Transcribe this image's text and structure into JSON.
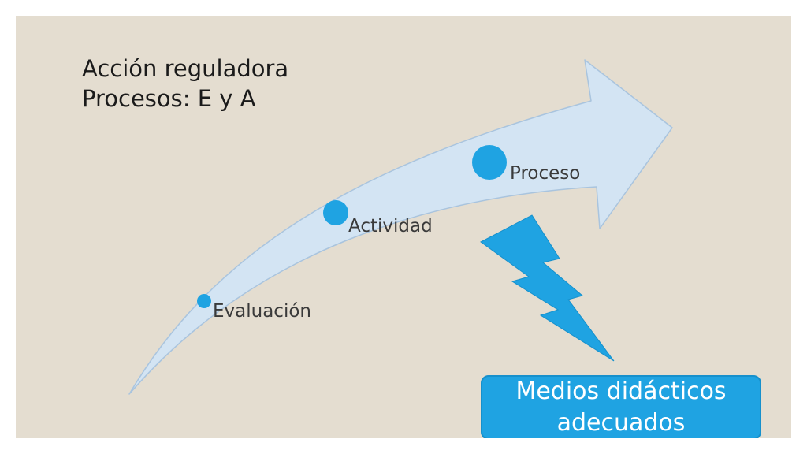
{
  "title": {
    "line1": "Acción reguladora",
    "line2": "Procesos: E y A"
  },
  "steps": [
    {
      "label": "Evaluación"
    },
    {
      "label": "Actividad"
    },
    {
      "label": "Proceso"
    }
  ],
  "callout": {
    "text": "Medios didácticos adecuados"
  },
  "colors": {
    "background": "#e4ddd0",
    "arrow_fill": "#d3e4f3",
    "accent": "#1fa3e2"
  }
}
